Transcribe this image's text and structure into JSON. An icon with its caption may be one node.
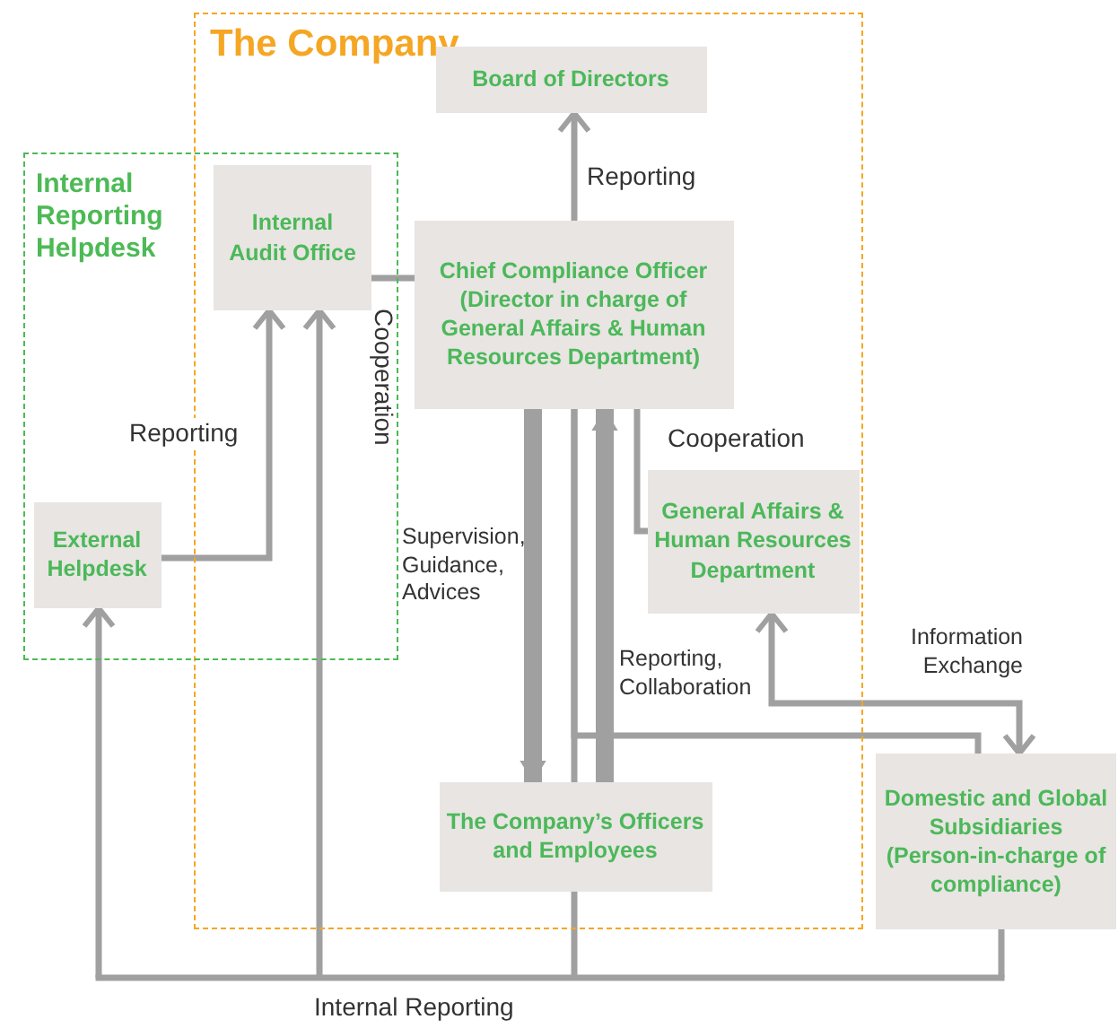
{
  "diagram": {
    "nodes": [
      {
        "text": [
          "The Company"
        ]
      },
      {
        "text": [
          "Internal Reporting Helpdesk"
        ]
      },
      {
        "text": [
          "Board of Directors"
        ],
        "in": 0
      },
      {
        "text": [
          "Internal Audit Office"
        ]
      },
      {
        "text": [
          "Chief Compliance Officer (Director in charge of General Affairs & Human Resources Department)"
        ],
        "in": 0
      },
      {
        "text": [
          "General Affairs & Human Resources Department"
        ],
        "in": 0
      },
      {
        "text": [
          "External Helpdesk"
        ],
        "in": 1
      },
      {
        "text": [
          "The Company’s Officers and Employees"
        ],
        "in": 0
      },
      {
        "text": [
          "Domestic and Global Subsidiaries (Person-in-charge of compliance)"
        ]
      }
    ],
    "edges": [
      {
        "from": 4,
        "to": 2,
        "arrow": "to",
        "label": "Reporting"
      },
      {
        "from": 3,
        "to": 4,
        "arrow": "none",
        "label": "Cooperation"
      },
      {
        "from": 6,
        "to": 3,
        "arrow": "to",
        "label": "Reporting"
      },
      {
        "from": 4,
        "to": 5,
        "arrow": "none",
        "label": "Cooperation"
      },
      {
        "from": 4,
        "to": 7,
        "arrow": "to",
        "style": "thick",
        "label": "Supervision, Guidance, Advices"
      },
      {
        "from": 7,
        "to": 4,
        "arrow": "to",
        "style": "thick",
        "label": "Reporting, Collaboration"
      },
      {
        "from": 4,
        "to": 7,
        "arrow": "none"
      },
      {
        "from": 4,
        "to": 8,
        "arrow": "none"
      },
      {
        "from": 5,
        "to": 8,
        "arrow": "both",
        "label": "Information Exchange"
      },
      {
        "from": 7,
        "to": 6,
        "arrow": "to",
        "label": "Internal Reporting"
      },
      {
        "from": 7,
        "to": 3,
        "arrow": "to"
      },
      {
        "from": 8,
        "to": 6,
        "arrow": "to"
      },
      {
        "from": 8,
        "to": 3,
        "arrow": "to"
      }
    ]
  }
}
